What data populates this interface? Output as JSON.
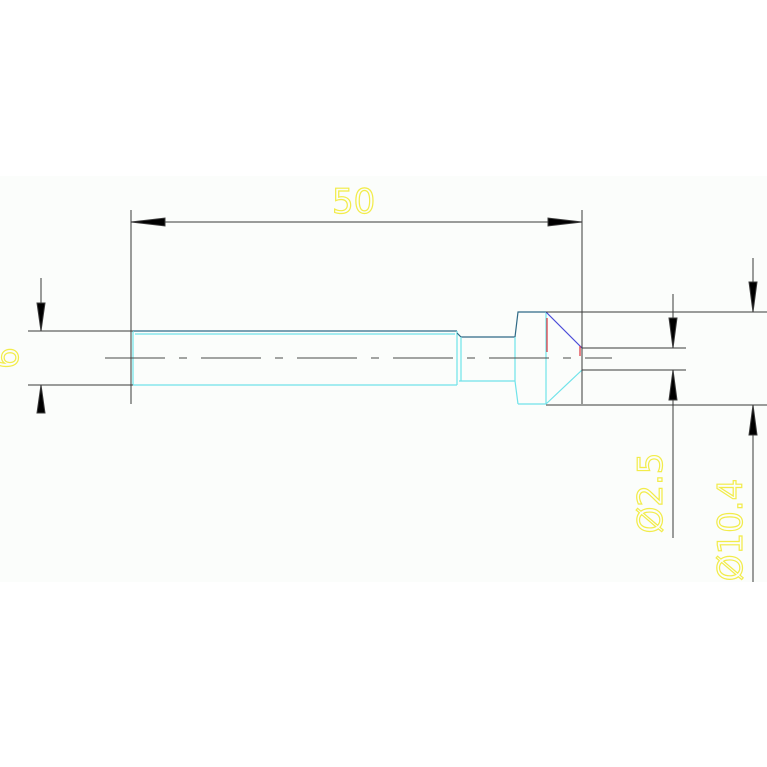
{
  "colors": {
    "background": "#ffffff",
    "sheet": "#fbfdfb",
    "dimension_line": "#3a3a3a",
    "dimension_text": "#f2ec4a",
    "outline": "#2f6a86",
    "hidden_line": "#6fe3ea",
    "centerline": "#4a4a4a",
    "accent_red": "#e0303a",
    "accent_blue": "#4a4ad8"
  },
  "dimensions": {
    "length": "50",
    "height": "6",
    "small_diameter": "Ø2.5",
    "large_diameter": "Ø10.4"
  }
}
